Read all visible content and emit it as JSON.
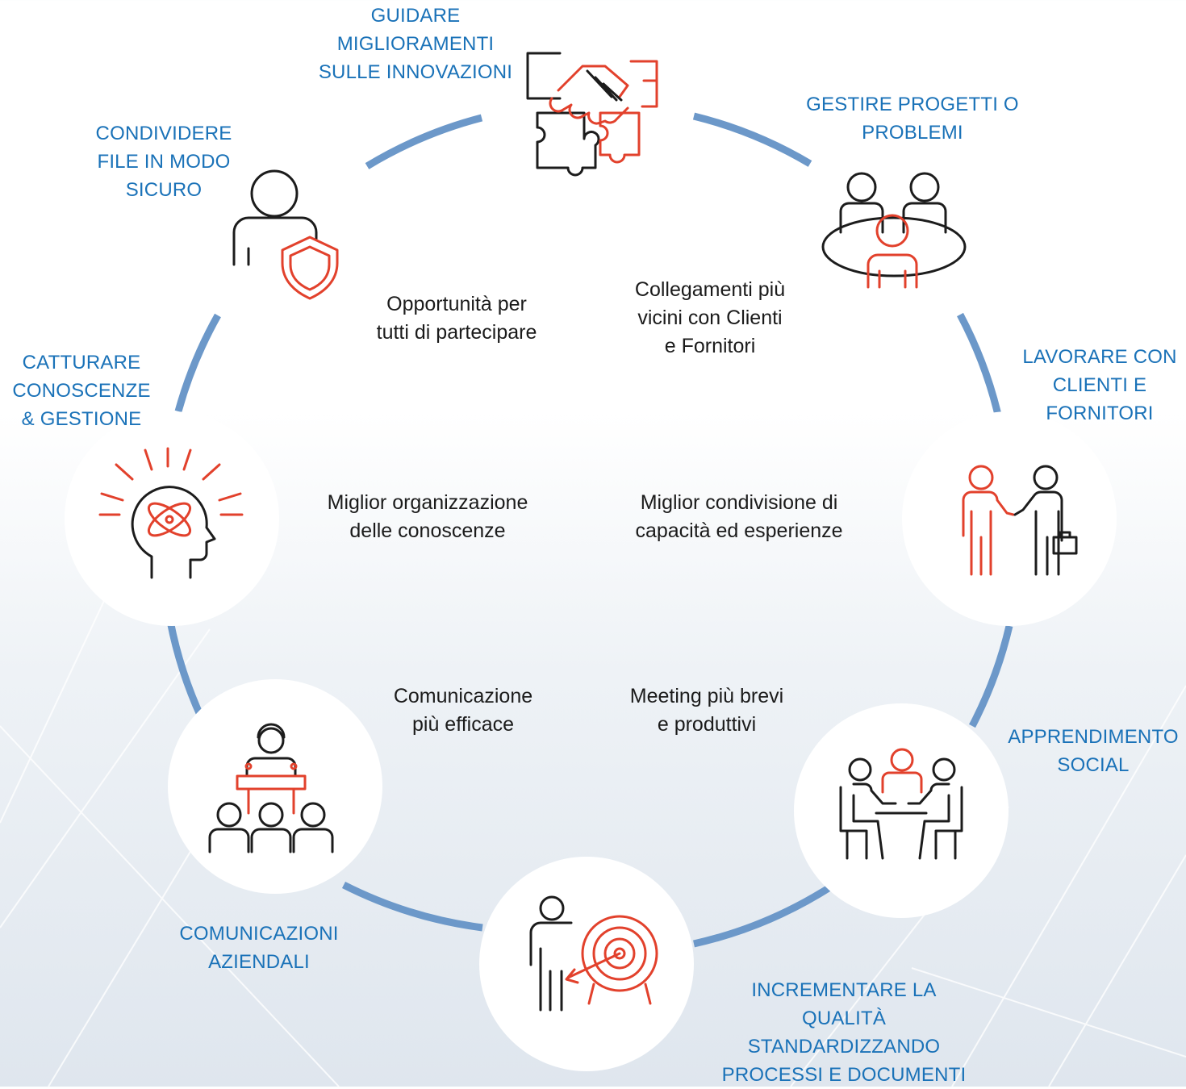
{
  "colors": {
    "label": "#1a72b8",
    "ring": "#6c98c9",
    "icon_dark": "#1c1c1c",
    "icon_accent": "#e2412c",
    "benefit_text": "#1b1b1b"
  },
  "nodes": [
    {
      "id": "innovazioni",
      "label": "GUIDARE\nMIGLIORAMENTI\nSULLE INNOVAZIONI",
      "icon": "handshake-puzzle-icon"
    },
    {
      "id": "progetti",
      "label": "GESTIRE PROGETTI O\nPROBLEMI",
      "icon": "meeting-table-icon"
    },
    {
      "id": "clienti",
      "label": "LAVORARE CON\nCLIENTI E\nFORNITORI",
      "icon": "business-handshake-icon"
    },
    {
      "id": "social",
      "label": "APPRENDIMENTO\nSOCIAL",
      "icon": "group-discussion-icon"
    },
    {
      "id": "qualita",
      "label": "INCREMENTARE LA\nQUALITÀ\nSTANDARDIZZANDO\nPROCESSI E DOCUMENTI",
      "icon": "target-icon"
    },
    {
      "id": "comunicazioni",
      "label": "COMUNICAZIONI\nAZIENDALI",
      "icon": "speaker-audience-icon"
    },
    {
      "id": "conoscenze",
      "label": "CATTURARE\nCONOSCENZE\n& GESTIONE",
      "icon": "mind-atom-icon"
    },
    {
      "id": "file",
      "label": "CONDIVIDERE\nFILE IN MODO\nSICURO",
      "icon": "user-shield-icon"
    }
  ],
  "benefits": [
    {
      "id": "partecipare",
      "text": "Opportunità per\ntutti di partecipare"
    },
    {
      "id": "collegamenti",
      "text": "Collegamenti più\nvicini con Clienti\ne Fornitori"
    },
    {
      "id": "organizzazione",
      "text": "Miglior organizzazione\ndelle conoscenze"
    },
    {
      "id": "condivisione",
      "text": "Miglior condivisione di\ncapacità ed esperienze"
    },
    {
      "id": "comunicazione",
      "text": "Comunicazione\npiù efficace"
    },
    {
      "id": "meeting",
      "text": "Meeting più brevi\ne produttivi"
    }
  ]
}
